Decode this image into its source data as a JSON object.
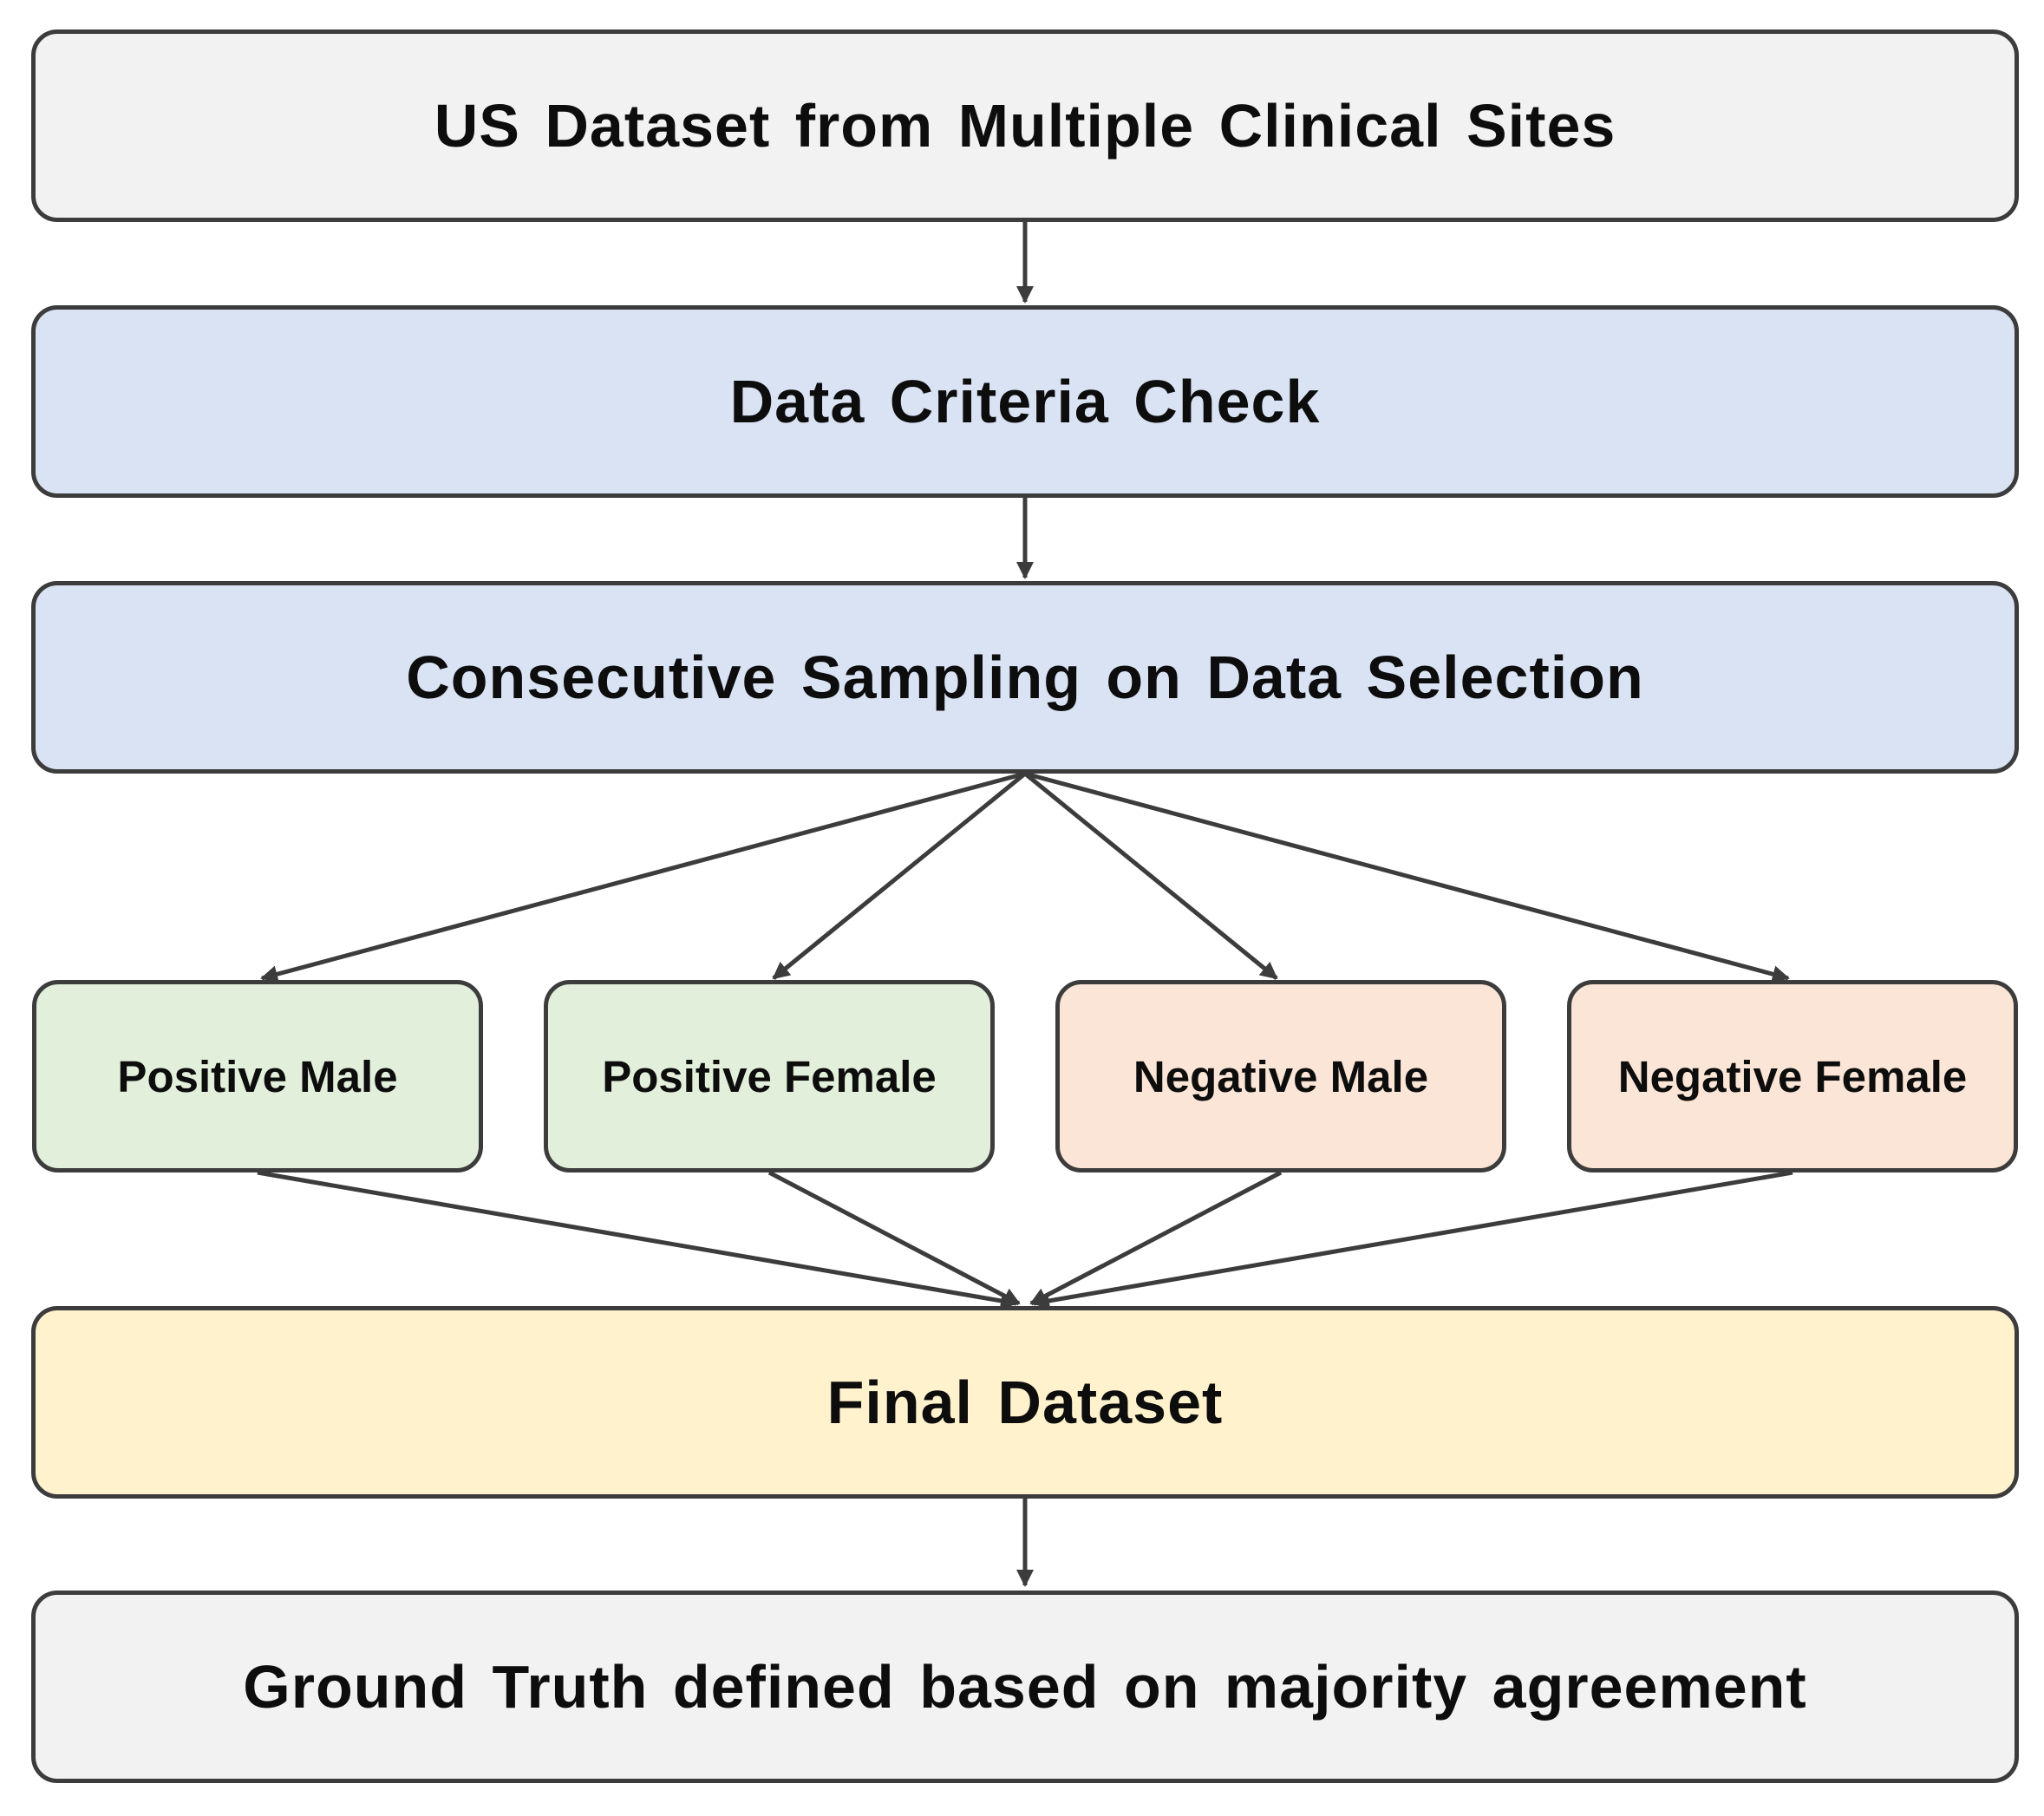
{
  "nodes": {
    "source": "US Dataset from Multiple Clinical Sites",
    "criteria": "Data Criteria Check",
    "sampling": "Consecutive Sampling on Data Selection",
    "groups": [
      "Positive Male",
      "Positive Female",
      "Negative Male",
      "Negative Female"
    ],
    "final": "Final Dataset",
    "ground_truth": "Ground Truth defined based on majority agreement"
  },
  "colors": {
    "gray": "#f2f2f2",
    "blue": "#dae3f3",
    "green": "#e2efda",
    "peach": "#fbe5d6",
    "yellow": "#fff2cc",
    "border": "#3c3c3c"
  }
}
